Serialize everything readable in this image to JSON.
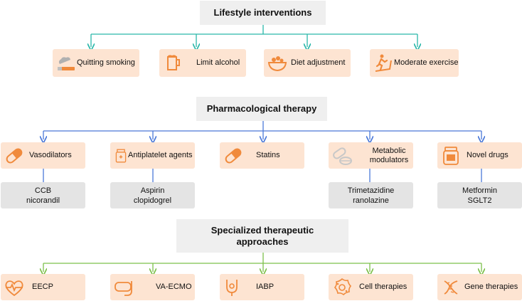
{
  "sections": {
    "lifestyle": {
      "title": "Lifestyle interventions",
      "color": "#2ab7a9",
      "items": [
        "Quitting smoking",
        "Limit alcohol",
        "Diet adjustment",
        "Moderate exercise"
      ],
      "icons": [
        "cigarette-icon",
        "beer-mug-icon",
        "food-bowl-icon",
        "treadmill-runner-icon"
      ]
    },
    "pharma": {
      "title": "Pharmacological therapy",
      "color": "#4a78d8",
      "items": [
        "Vasodilators",
        "Antiplatelet agents",
        "Statins",
        "Metabolic modulators",
        "Novel drugs"
      ],
      "icons": [
        "capsule-icon",
        "pill-bottle-icon",
        "capsule-icon",
        "tablets-icon",
        "medicine-jar-icon"
      ],
      "examples": [
        [
          "CCB",
          "nicorandil"
        ],
        [
          "Aspirin",
          "clopidogrel"
        ],
        [
          "Trimetazidine",
          "ranolazine"
        ],
        [
          "Metformin",
          "SGLT2"
        ]
      ]
    },
    "specialized": {
      "title": "Specialized therapeutic approaches",
      "color": "#7cc04a",
      "items": [
        "EECP",
        "VA-ECMO",
        "IABP",
        "Cell therapies",
        "Gene therapies"
      ],
      "icons": [
        "heartbeat-icon",
        "mask-icon",
        "balloon-pump-icon",
        "cell-icon",
        "dna-icon"
      ]
    }
  },
  "colors": {
    "box": "#fde4d2",
    "subbox": "#e4e4e4",
    "header": "#efefef",
    "icon": "#f08a3c"
  }
}
